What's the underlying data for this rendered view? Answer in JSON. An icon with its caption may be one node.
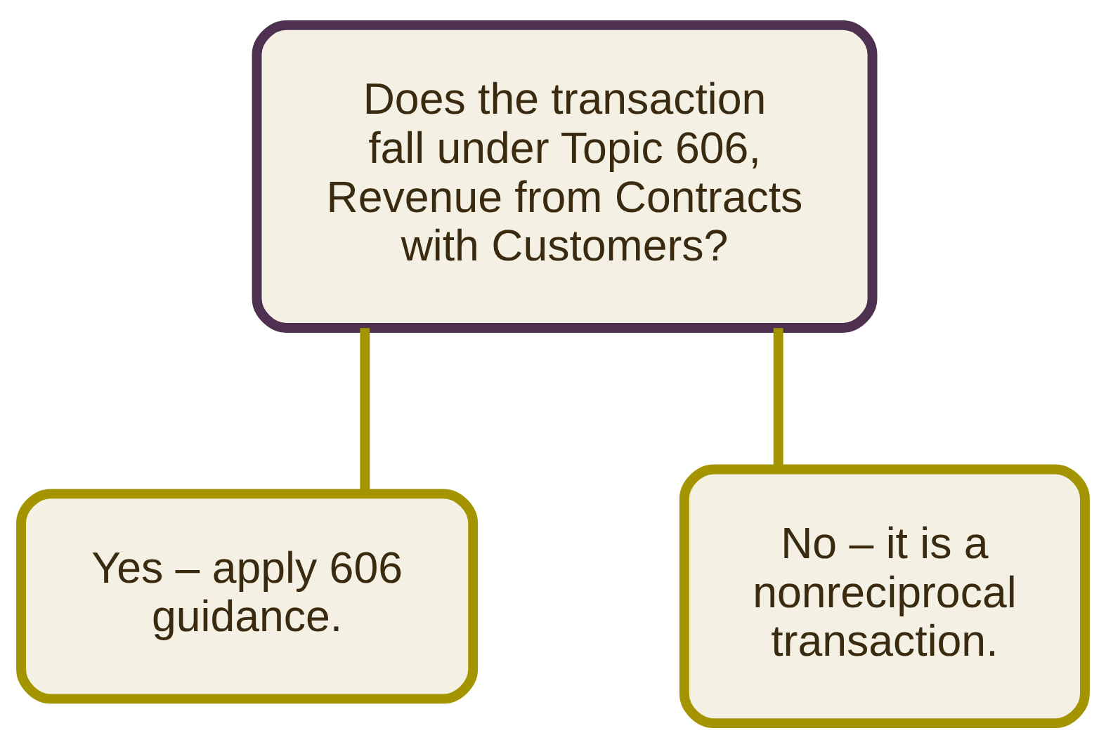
{
  "diagram": {
    "nodes": [
      {
        "text": [
          "Does the transaction fall under Topic 606, Revenue from Contracts with Customers?"
        ]
      },
      {
        "text": [
          "Yes – apply 606 guidance."
        ]
      },
      {
        "text": [
          "No – it is a nonreciprocal transaction."
        ]
      }
    ],
    "edges": [
      {
        "from": 0,
        "to": 1,
        "arrow": "none"
      },
      {
        "from": 0,
        "to": 2,
        "arrow": "none"
      }
    ]
  }
}
